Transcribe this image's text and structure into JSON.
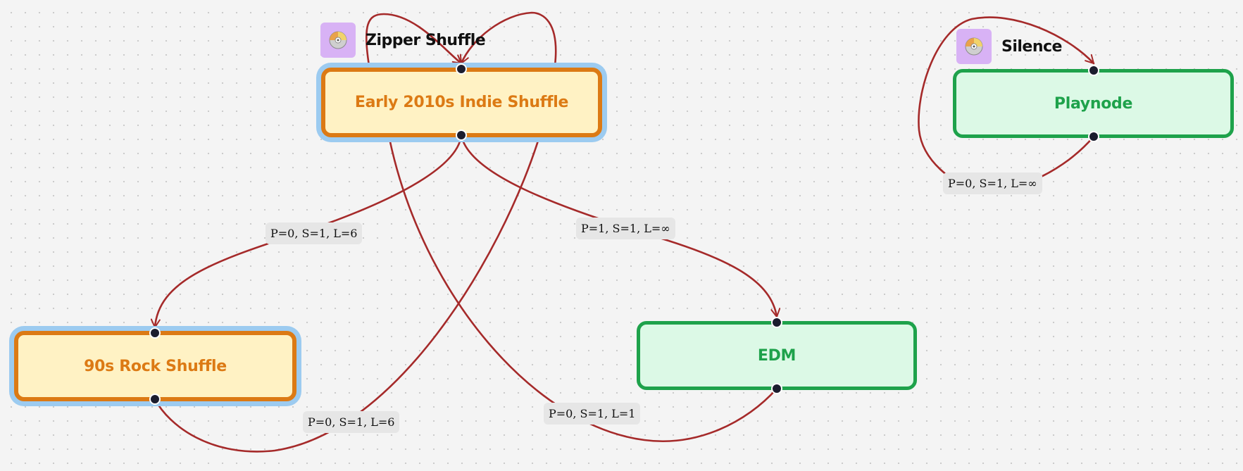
{
  "colors": {
    "edge": "#a52a2a",
    "shuffle_border": "#dc7a14",
    "shuffle_fill": "#fff2c4",
    "selection_halo": "#9ccbf0",
    "playnode_border": "#1ea24b",
    "playnode_fill": "#dcf9e6",
    "port": "#1b1d2e",
    "group_badge": "#d8b2f5",
    "label_bg": "#e6e6e6",
    "canvas_bg": "#f4f4f4"
  },
  "groups": [
    {
      "label": "Zipper Shuffle",
      "icon": "disc-icon"
    },
    {
      "label": "Silence",
      "icon": "disc-icon"
    }
  ],
  "nodes": [
    {
      "id": "indie",
      "label": "Early 2010s Indie Shuffle",
      "kind": "shuffle",
      "selected": true
    },
    {
      "id": "rock",
      "label": "90s Rock Shuffle",
      "kind": "shuffle",
      "selected": true
    },
    {
      "id": "edm",
      "label": "EDM",
      "kind": "playnode",
      "selected": false
    },
    {
      "id": "playnode",
      "label": "Playnode",
      "kind": "playnode",
      "selected": false
    }
  ],
  "edges": [
    {
      "from": "indie",
      "to": "rock",
      "label": "P=0, S=1, L=6"
    },
    {
      "from": "indie",
      "to": "edm",
      "label": "P=1, S=1, L=∞"
    },
    {
      "from": "rock",
      "to": "indie",
      "label": "P=0, S=1, L=6"
    },
    {
      "from": "edm",
      "to": "indie",
      "label": "P=0, S=1, L=1"
    },
    {
      "from": "playnode",
      "to": "playnode",
      "label": "P=0, S=1, L=∞"
    }
  ]
}
